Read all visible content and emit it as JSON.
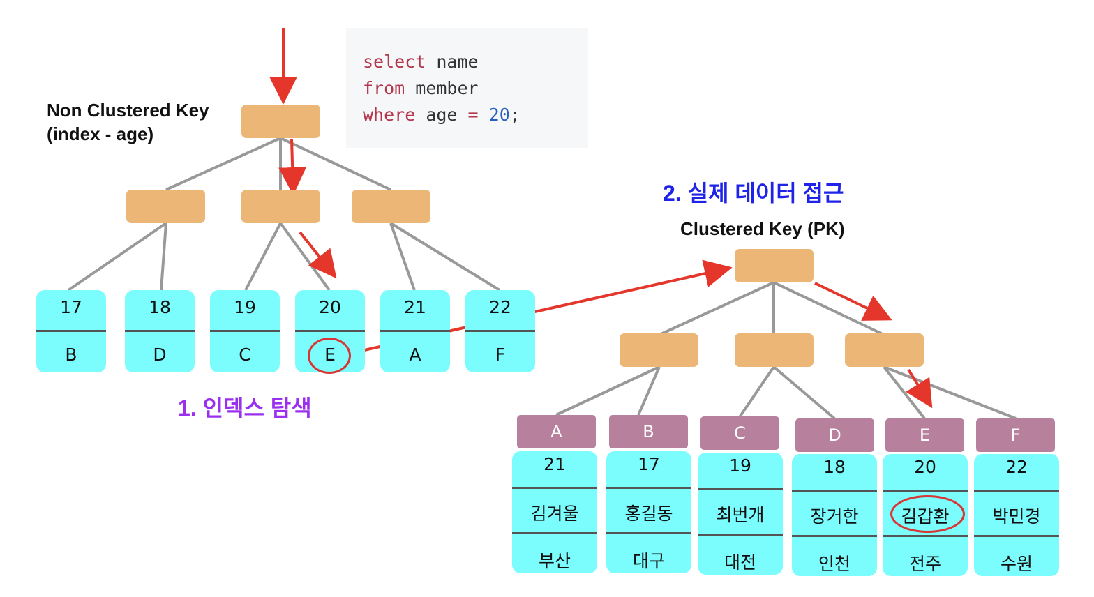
{
  "sql": {
    "line1": {
      "kw": "select",
      "rest": " name"
    },
    "line2": {
      "kw": "from",
      "rest": " member"
    },
    "line3": {
      "kw": "where",
      "mid": " age ",
      "op": "=",
      "num": " 20",
      "end": ";"
    }
  },
  "nonclustered": {
    "title_line1": "Non Clustered Key",
    "title_line2": "(index - age)",
    "leaves": [
      {
        "key": "17",
        "value": "B"
      },
      {
        "key": "18",
        "value": "D"
      },
      {
        "key": "19",
        "value": "C"
      },
      {
        "key": "20",
        "value": "E"
      },
      {
        "key": "21",
        "value": "A"
      },
      {
        "key": "22",
        "value": "F"
      }
    ]
  },
  "step1_label": "1.  인덱스 탐색",
  "step2_label": "2.  실제 데이터 접근",
  "clustered": {
    "title": "Clustered Key (PK)",
    "rows": [
      {
        "pk": "A",
        "age": "21",
        "name": "김겨울",
        "city": "부산"
      },
      {
        "pk": "B",
        "age": "17",
        "name": "홍길동",
        "city": "대구"
      },
      {
        "pk": "C",
        "age": "19",
        "name": "최번개",
        "city": "대전"
      },
      {
        "pk": "D",
        "age": "18",
        "name": "장거한",
        "city": "인천"
      },
      {
        "pk": "E",
        "age": "20",
        "name": "김갑환",
        "city": "전주"
      },
      {
        "pk": "F",
        "age": "22",
        "name": "박민경",
        "city": "수원"
      }
    ]
  },
  "colors": {
    "node": "#ecb677",
    "leaf": "#7bfcfd",
    "pk": "#b7819e",
    "arrow": "#e5362b",
    "step1": "#9b2ff0",
    "step2": "#1f23e8"
  }
}
